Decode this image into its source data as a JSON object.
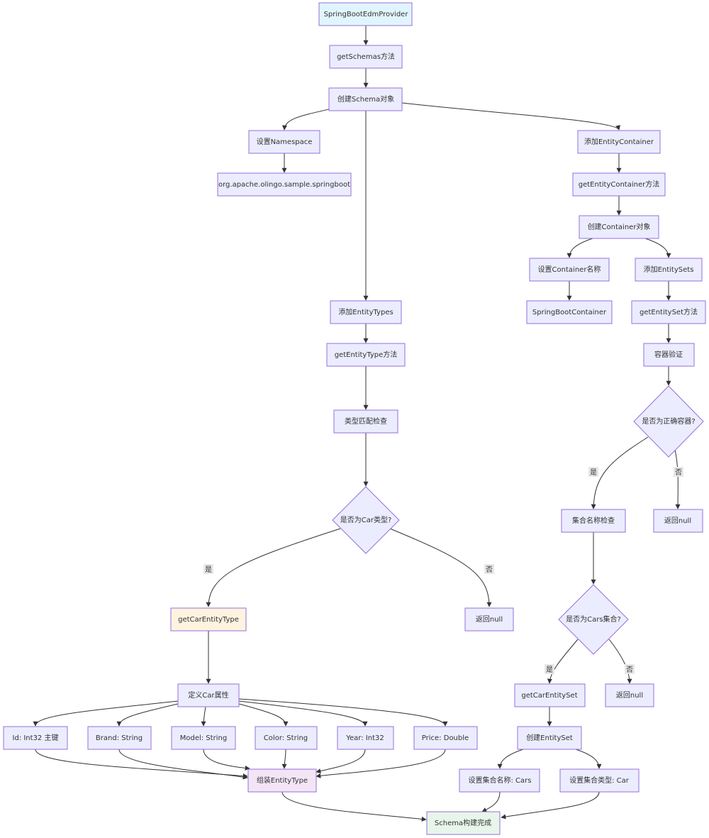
{
  "colors": {
    "default_fill": "#ececff",
    "default_stroke": "#9370DB",
    "edge": "#333333",
    "provider_fill": "#e1f5fe",
    "car_entity_type_fill": "#fff3e0",
    "assemble_fill": "#f3e5f5",
    "done_fill": "#e8f5e9"
  },
  "nodes": {
    "provider": "SpringBootEdmProvider",
    "get_schemas": "getSchemas方法",
    "create_schema": "创建Schema对象",
    "set_namespace": "设置Namespace",
    "namespace_value": "org.apache.olingo.sample.springboot",
    "add_entity_container": "添加EntityContainer",
    "get_entity_container": "getEntityContainer方法",
    "create_container": "创建Container对象",
    "set_container_name": "设置Container名称",
    "container_name_value": "SpringBootContainer",
    "add_entity_sets": "添加EntitySets",
    "get_entity_set": "getEntitySet方法",
    "container_check": "容器验证",
    "is_correct_container": "是否为正确容器?",
    "return_null_container": "返回null",
    "set_name_check": "集合名称检查",
    "is_cars_set": "是否为Cars集合?",
    "get_car_entity_set": "getCarEntitySet",
    "return_null_set": "返回null",
    "create_entity_set": "创建EntitySet",
    "set_set_name": "设置集合名称: Cars",
    "set_set_type": "设置集合类型: Car",
    "add_entity_types": "添加EntityTypes",
    "get_entity_type": "getEntityType方法",
    "type_match_check": "类型匹配检查",
    "is_car_type": "是否为Car类型?",
    "get_car_entity_type": "getCarEntityType",
    "return_null_type": "返回null",
    "define_car_props": "定义Car属性",
    "prop_id": "Id: Int32 主键",
    "prop_brand": "Brand: String",
    "prop_model": "Model: String",
    "prop_color": "Color: String",
    "prop_year": "Year: Int32",
    "prop_price": "Price: Double",
    "assemble_entity_type": "组装EntityType",
    "schema_done": "Schema构建完成"
  },
  "edge_labels": {
    "container_yes": "是",
    "container_no": "否",
    "cars_yes": "是",
    "cars_no": "否",
    "car_type_yes": "是",
    "car_type_no": "否"
  }
}
